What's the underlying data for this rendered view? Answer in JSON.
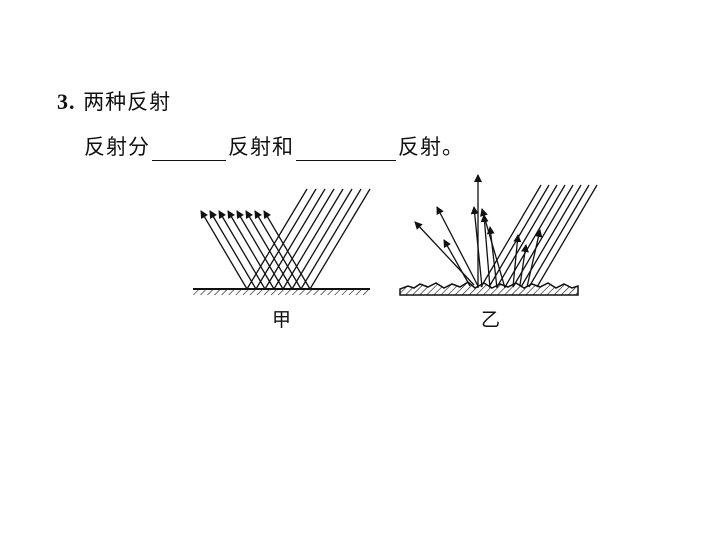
{
  "question": {
    "number": "3.",
    "title": "两种反射",
    "sentence_part1": "反射分",
    "sentence_part2": "反射和",
    "sentence_part3": "反射。"
  },
  "figures": {
    "left_label": "甲",
    "right_label": "乙"
  }
}
